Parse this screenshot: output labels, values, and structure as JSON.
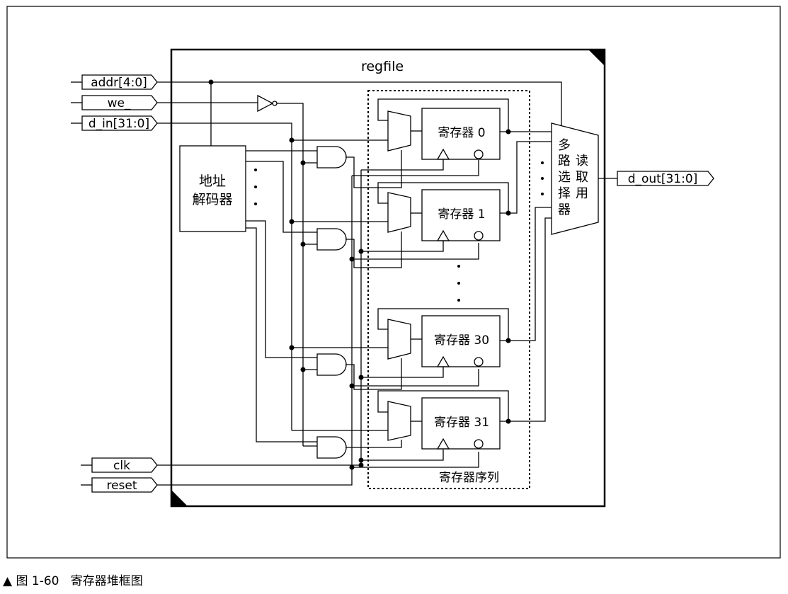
{
  "module_title": "regfile",
  "inputs": {
    "addr": "addr[4:0]",
    "we": "we_",
    "d_in": "d_in[31:0]",
    "clk": "clk",
    "reset": "reset"
  },
  "output": "d_out[31:0]",
  "decoder": {
    "line1": "地址",
    "line2": "解码器"
  },
  "registers": [
    "寄存器 0",
    "寄存器 1",
    "寄存器 30",
    "寄存器 31"
  ],
  "register_array_label": "寄存器序列",
  "mux_read": {
    "col1": [
      "多",
      "路",
      "选",
      "择",
      "器"
    ],
    "col2": [
      "读",
      "取",
      "用"
    ]
  },
  "caption": {
    "marker": "▲",
    "figure": "图 1-60",
    "title": "寄存器堆框图"
  }
}
